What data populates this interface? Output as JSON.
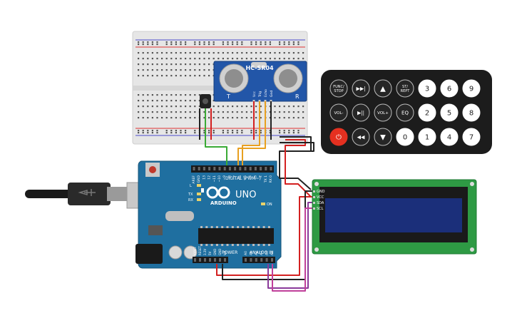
{
  "arduino": {
    "brand": "ARDUINO",
    "model": "UNO",
    "digital_label": "DIGITAL (PWM~)",
    "power_label": "POWER",
    "analog_label": "ANALOG IN",
    "led_l": "L",
    "led_tx": "TX",
    "led_rx": "RX",
    "on_label": "ON",
    "digital_pins": [
      "AREF",
      "GND",
      "13",
      "12",
      "~11",
      "~10",
      "~9",
      "8",
      "7",
      "~6",
      "~5",
      "4",
      "~3",
      "2",
      "TX 1",
      "RX 0"
    ],
    "power_pins": [
      "IOREF",
      "RESET",
      "3.3V",
      "5V",
      "GND",
      "GND",
      "Vin"
    ],
    "analog_pins": [
      "A0",
      "A1",
      "A2",
      "A3",
      "A4",
      "A5"
    ]
  },
  "sensor": {
    "name": "HC-SR04",
    "left_mark": "T",
    "right_mark": "R",
    "pins": [
      "Vcc",
      "Trig",
      "Echo",
      "Gnd"
    ]
  },
  "remote": {
    "keys": [
      [
        "FUNC/ STOP",
        "▶▶|",
        "▲",
        "ST/ REPT",
        "3",
        "6",
        "9"
      ],
      [
        "VOL-",
        "▶||",
        "VOL+",
        "EQ",
        "2",
        "5",
        "8"
      ],
      [
        "⏻",
        "◀◀",
        "▼",
        "0",
        "1",
        "4",
        "7"
      ]
    ]
  },
  "lcd": {
    "pins": [
      "GND",
      "VCC",
      "SDA",
      "SCL"
    ]
  },
  "colors": {
    "board": "#1f6fa0",
    "sensor_board": "#2256a8",
    "lcd_board": "#2e9a44",
    "lcd_screen": "#1b2f7a",
    "remote": "#1c1c1c",
    "breadboard": "#e8e8e8"
  }
}
